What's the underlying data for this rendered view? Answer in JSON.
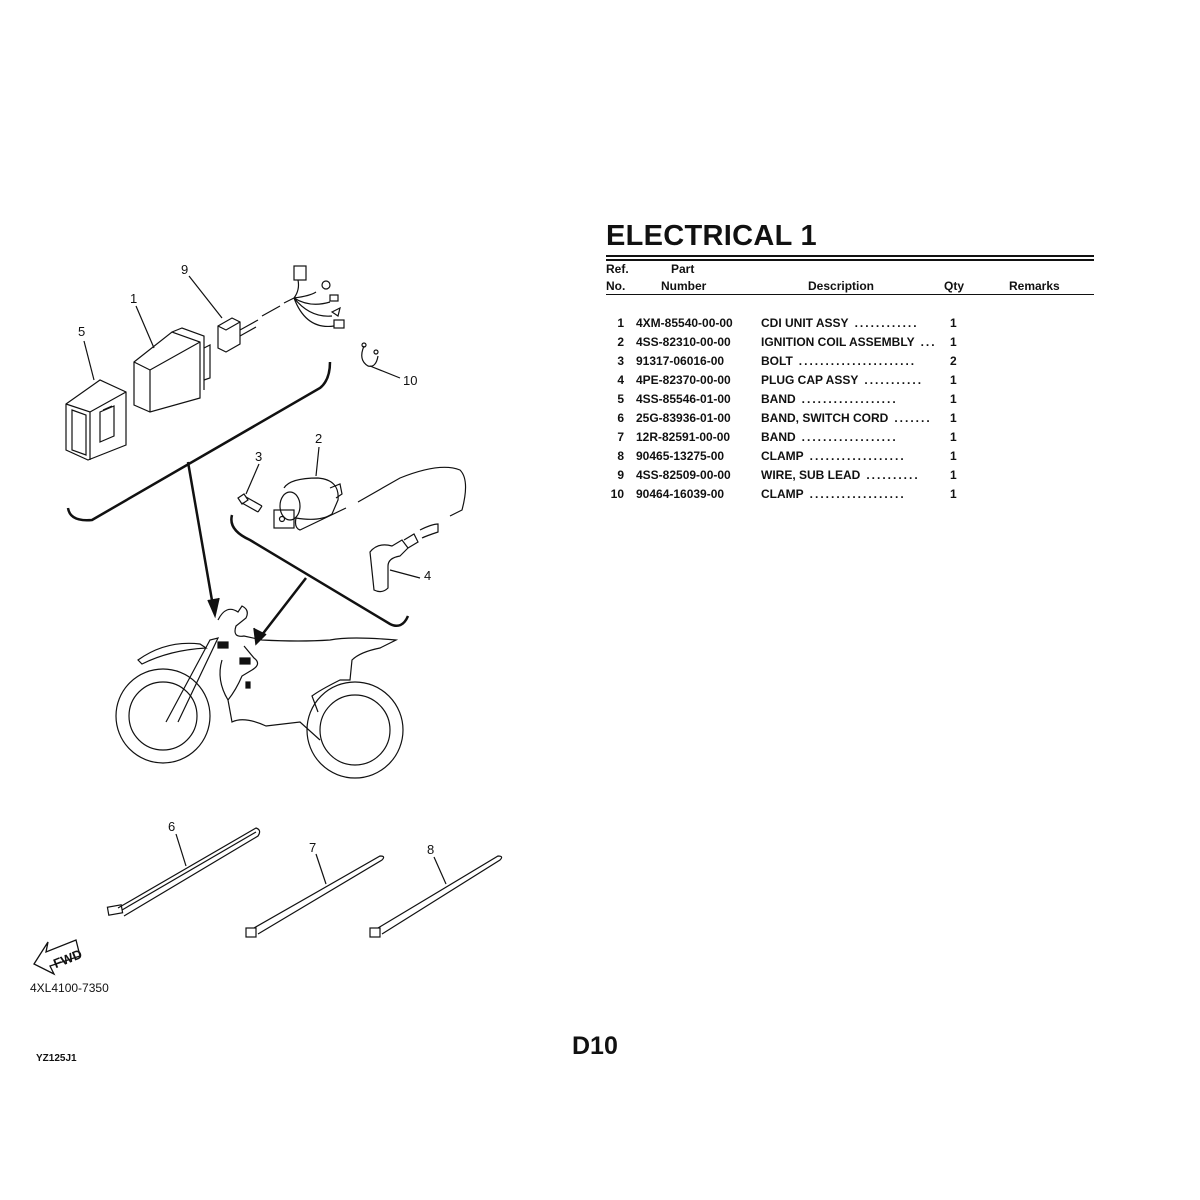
{
  "page": {
    "title": "ELECTRICAL 1",
    "page_number": "D10",
    "model_code": "YZ125J1",
    "diagram_number": "4XL4100-7350",
    "forward_label": "FWD"
  },
  "table": {
    "headers": {
      "ref_line1": "Ref.",
      "ref_line2": "No.",
      "part_line1": "Part",
      "part_line2": "Number",
      "description": "Description",
      "qty": "Qty",
      "remarks": "Remarks"
    },
    "rows": [
      {
        "ref": "1",
        "part_number": "4XM-85540-00-00",
        "description": "CDI UNIT ASSY",
        "dots": "............",
        "qty": "1",
        "remarks": ""
      },
      {
        "ref": "2",
        "part_number": "4SS-82310-00-00",
        "description": "IGNITION COIL ASSEMBLY",
        "dots": "...",
        "qty": "1",
        "remarks": ""
      },
      {
        "ref": "3",
        "part_number": "91317-06016-00",
        "description": "BOLT",
        "dots": "......................",
        "qty": "2",
        "remarks": ""
      },
      {
        "ref": "4",
        "part_number": "4PE-82370-00-00",
        "description": "PLUG CAP ASSY",
        "dots": "...........",
        "qty": "1",
        "remarks": ""
      },
      {
        "ref": "5",
        "part_number": "4SS-85546-01-00",
        "description": "BAND",
        "dots": "..................",
        "qty": "1",
        "remarks": ""
      },
      {
        "ref": "6",
        "part_number": "25G-83936-01-00",
        "description": "BAND, SWITCH CORD",
        "dots": ".......",
        "qty": "1",
        "remarks": ""
      },
      {
        "ref": "7",
        "part_number": "12R-82591-00-00",
        "description": "BAND",
        "dots": "..................",
        "qty": "1",
        "remarks": ""
      },
      {
        "ref": "8",
        "part_number": "90465-13275-00",
        "description": "CLAMP",
        "dots": "..................",
        "qty": "1",
        "remarks": ""
      },
      {
        "ref": "9",
        "part_number": "4SS-82509-00-00",
        "description": "WIRE, SUB LEAD",
        "dots": "..........",
        "qty": "1",
        "remarks": ""
      },
      {
        "ref": "10",
        "part_number": "90464-16039-00",
        "description": "CLAMP",
        "dots": "..................",
        "qty": "1",
        "remarks": ""
      }
    ]
  },
  "callouts": [
    "1",
    "2",
    "3",
    "4",
    "5",
    "6",
    "7",
    "8",
    "9",
    "10"
  ]
}
